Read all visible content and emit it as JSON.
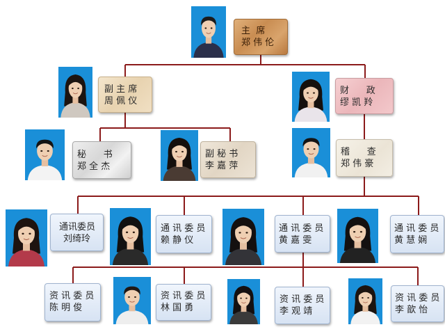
{
  "chart_data": {
    "type": "org-chart",
    "nodes": [
      {
        "id": "chair",
        "title": "主  席",
        "name": "郑 伟 伦",
        "parent": null
      },
      {
        "id": "vice",
        "title": "副 主 席",
        "name": "周 佩 仪",
        "parent": "chair"
      },
      {
        "id": "finance",
        "title": "财      政",
        "name": "缪 凯 羚",
        "parent": "chair"
      },
      {
        "id": "secretary",
        "title": "秘      书",
        "name": "郑 全 杰",
        "parent": "vice"
      },
      {
        "id": "vice_secretary",
        "title": "副 秘 书",
        "name": "李 嘉 萍",
        "parent": "vice"
      },
      {
        "id": "auditor",
        "title": "稽      查",
        "name": "郑 伟 豪",
        "parent": "finance"
      },
      {
        "id": "comm1",
        "title": "通讯委员",
        "name": "刘绮玲",
        "parent": "auditor"
      },
      {
        "id": "comm2",
        "title": "通 讯 委 员",
        "name": "赖 静 仪",
        "parent": "auditor"
      },
      {
        "id": "comm3",
        "title": "通 讯 委 员",
        "name": "黄 嘉 雯",
        "parent": "auditor"
      },
      {
        "id": "comm4",
        "title": "通 讯 委 员",
        "name": "黄 慧 娴",
        "parent": "auditor"
      },
      {
        "id": "info1",
        "title": "资 讯 委 员",
        "name": "陈 明 俊",
        "parent": "comm3"
      },
      {
        "id": "info2",
        "title": "资 讯 委 员",
        "name": "林 国 勇",
        "parent": "comm3"
      },
      {
        "id": "info3",
        "title": "资 讯 委 员",
        "name": "李 观 靖",
        "parent": "comm3"
      },
      {
        "id": "info4",
        "title": "资 讯 委 员",
        "name": "李 歆 怡",
        "parent": "comm3"
      }
    ]
  },
  "colors": {
    "connector": "#8b1a1a",
    "photo_background": "#1a8fd8",
    "wood": "#c98d52",
    "tan": "#e8d3b0",
    "pink": "#ebb6ba",
    "grey": "#d7d7d7",
    "beige": "#e2d6c4",
    "pale": "#ebe4d6",
    "blue": "#d7e3f3"
  }
}
